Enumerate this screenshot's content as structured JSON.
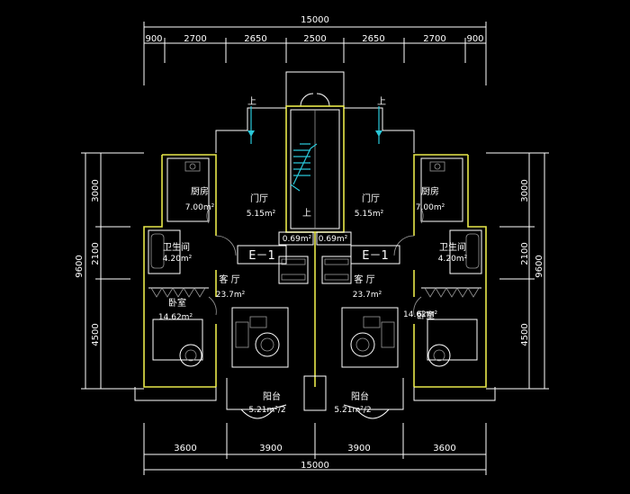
{
  "dimensions": {
    "top_total": "15000",
    "top_segments": [
      "900",
      "2700",
      "2650",
      "2500",
      "2650",
      "2700",
      "900"
    ],
    "bottom_segments": [
      "3600",
      "3900",
      "3900",
      "3600"
    ],
    "bottom_total": "15000",
    "left_segments": [
      "3000",
      "2100",
      "4500"
    ],
    "left_total": "9600",
    "right_segments": [
      "3000",
      "2100",
      "4500"
    ],
    "right_total": "9600"
  },
  "rooms": {
    "kitchen_left": {
      "name": "厨房",
      "area": "7.00m²"
    },
    "kitchen_right": {
      "name": "厨房",
      "area": "7.00m²"
    },
    "foyer_left": {
      "name": "门厅",
      "area": "5.15m²"
    },
    "foyer_right": {
      "name": "门厅",
      "area": "5.15m²"
    },
    "bath_left": {
      "name": "卫生间",
      "area": "4.20m²"
    },
    "bath_right": {
      "name": "卫生间",
      "area": "4.20m²"
    },
    "living_left": {
      "name": "客  厅",
      "area": "23.7m²"
    },
    "living_right": {
      "name": "客  厅",
      "area": "23.7m²"
    },
    "bedroom_left": {
      "name": "卧室",
      "area": "14.62m²"
    },
    "bedroom_right": {
      "name": "卧室",
      "area": "14.62m²"
    },
    "balcony_left": {
      "name": "阳台",
      "area": "5.21m²/2"
    },
    "balcony_right": {
      "name": "阳台",
      "area": "5.21m²/2"
    },
    "closet_left": {
      "area": "0.69m²"
    },
    "closet_right": {
      "area": "0.69m²"
    }
  },
  "unit_tags": {
    "left": "E－1",
    "right": "E－1"
  },
  "stair_labels": {
    "stair": "上",
    "up_left": "上",
    "up_right": "上"
  }
}
